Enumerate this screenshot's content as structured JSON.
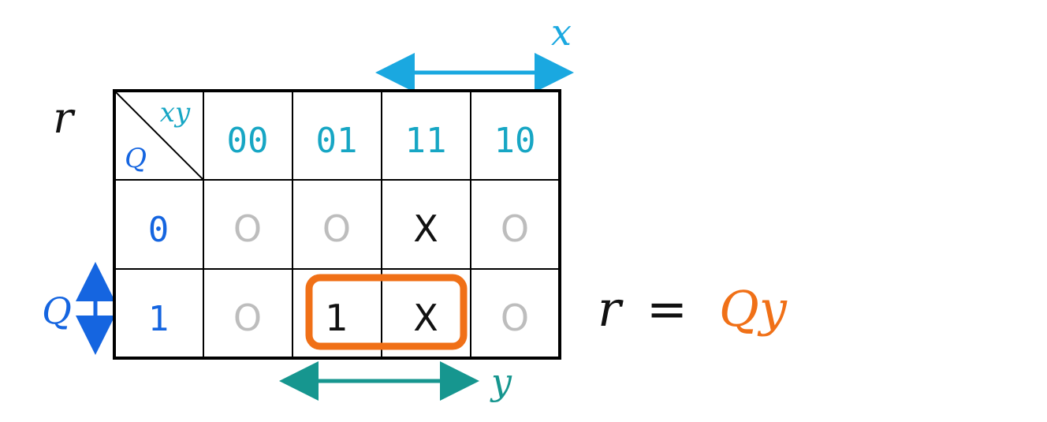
{
  "map": {
    "output_var": "r",
    "corner": {
      "col_vars": "xy",
      "row_var": "Q"
    },
    "col_headers": [
      "00",
      "01",
      "11",
      "10"
    ],
    "row_headers": [
      "0",
      "1"
    ],
    "cells": [
      [
        "O",
        "O",
        "X",
        "O"
      ],
      [
        "O",
        "1",
        "X",
        "O"
      ]
    ]
  },
  "spans": {
    "x_label": "x",
    "y_label": "y",
    "q_label": "Q"
  },
  "equation": {
    "lhs": "r",
    "eq": "=",
    "rhs": "Qy"
  },
  "colors": {
    "grid": "#000000",
    "col_header": "#17a6c4",
    "row_header": "#1565e0",
    "zero": "#bdbdbd",
    "value": "#111111",
    "x_arrow": "#1aa8e0",
    "y_arrow": "#16968f",
    "q_arrow": "#1565e0",
    "group": "#f07017"
  }
}
